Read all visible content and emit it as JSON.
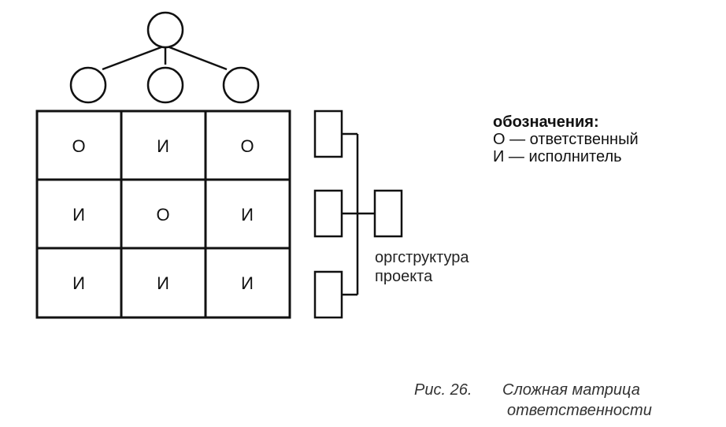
{
  "matrix": {
    "rows": [
      [
        "О",
        "И",
        "О"
      ],
      [
        "И",
        "О",
        "И"
      ],
      [
        "И",
        "И",
        "И"
      ]
    ]
  },
  "org": {
    "label_line1": "оргструктура",
    "label_line2": "проекта"
  },
  "legend": {
    "title": "обозначения:",
    "item1": "О — ответственный",
    "item2": "И — исполнитель"
  },
  "caption": {
    "number": "Рис. 26.",
    "line1": "Сложная матрица",
    "line2": "ответственности"
  }
}
